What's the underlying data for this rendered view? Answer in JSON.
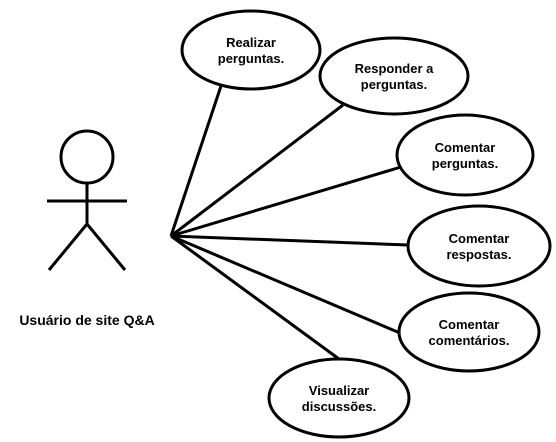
{
  "actor": {
    "label": "Usuário de site Q&A"
  },
  "use_cases": [
    {
      "id": "realizar",
      "lines": [
        "Realizar",
        "perguntas."
      ]
    },
    {
      "id": "responder",
      "lines": [
        "Responder a",
        "perguntas."
      ]
    },
    {
      "id": "comentar-perguntas",
      "lines": [
        "Comentar",
        "perguntas."
      ]
    },
    {
      "id": "comentar-respostas",
      "lines": [
        "Comentar",
        "respostas."
      ]
    },
    {
      "id": "comentar-comentarios",
      "lines": [
        "Comentar",
        "comentários."
      ]
    },
    {
      "id": "visualizar",
      "lines": [
        "Visualizar",
        "discussões."
      ]
    }
  ]
}
